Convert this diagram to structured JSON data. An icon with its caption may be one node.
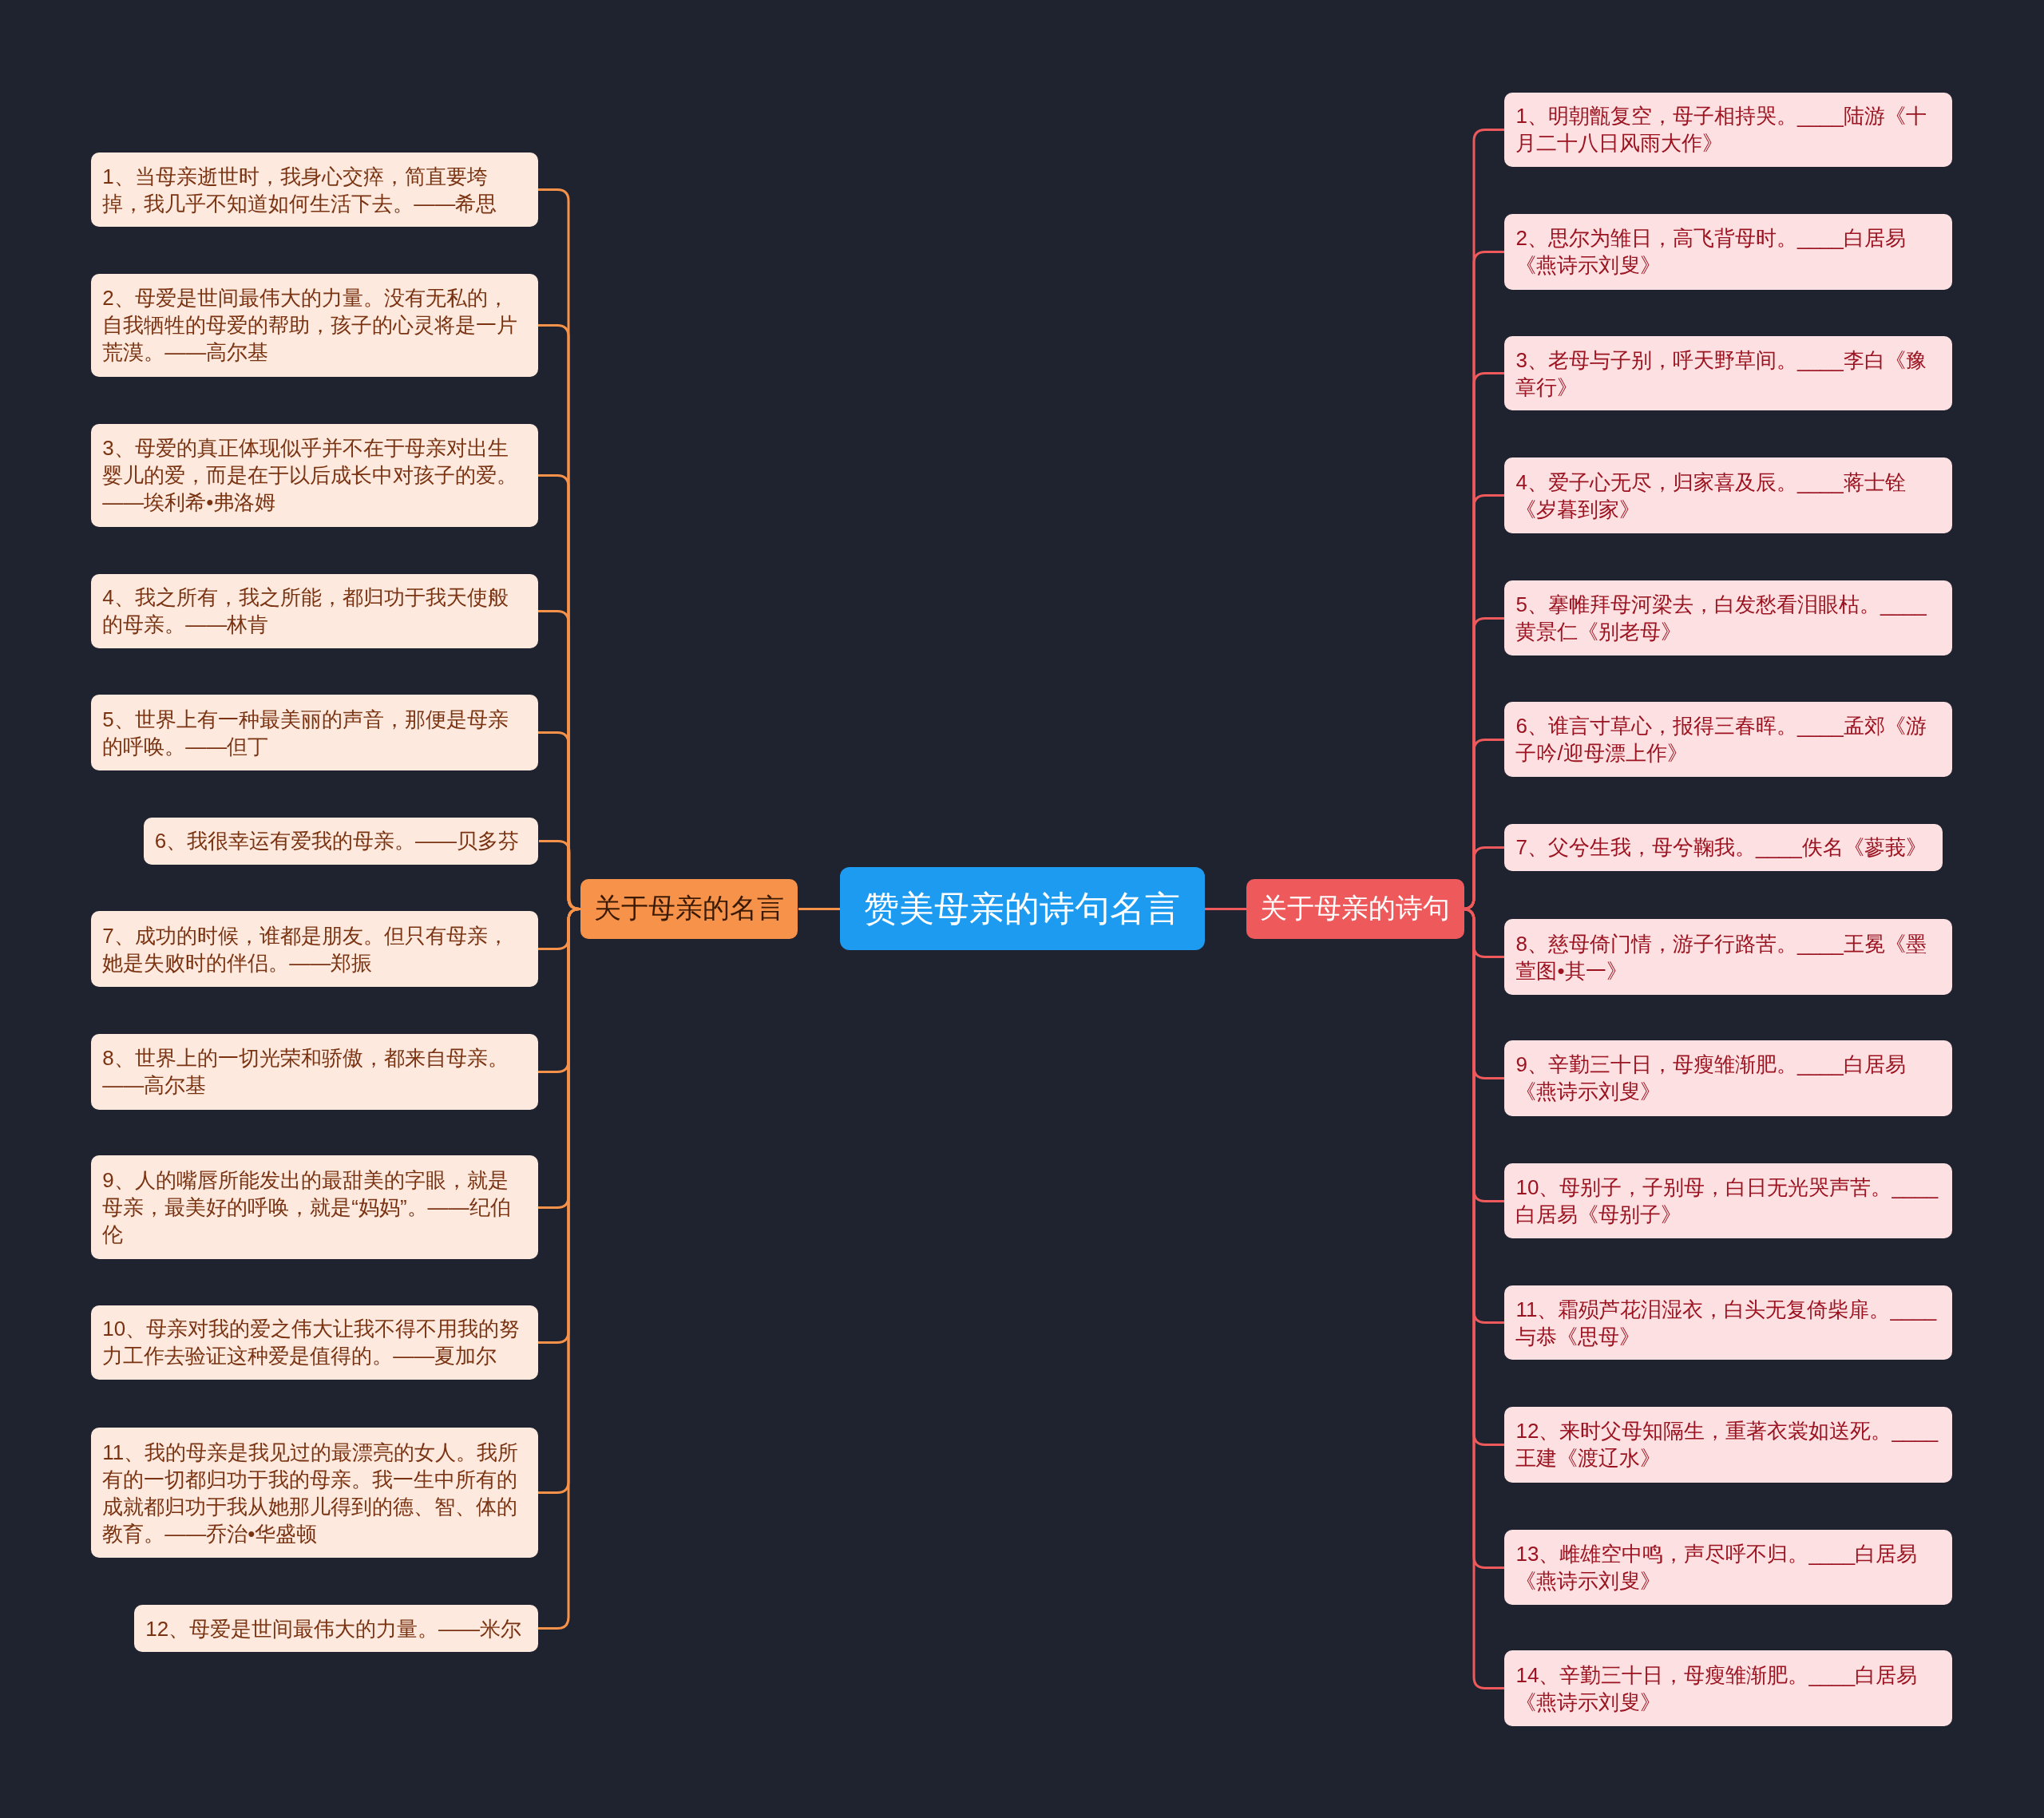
{
  "diagram": {
    "nodes": [
      {
        "text": [
          "赞美母亲的诗句名言"
        ]
      },
      {
        "text": [
          "关于母亲的名言"
        ]
      },
      {
        "text": [
          "1、当母亲逝世时，我身心交瘁，简直要垮掉，我几乎不知道如何生活下去。——希思"
        ]
      },
      {
        "text": [
          "2、母爱是世间最伟大的力量。没有无私的，自我牺牲的母爱的帮助，孩子的心灵将是一片荒漠。——高尔基"
        ]
      },
      {
        "text": [
          "3、母爱的真正体现似乎并不在于母亲对出生婴儿的爱，而是在于以后成长中对孩子的爱。——埃利希•弗洛姆"
        ]
      },
      {
        "text": [
          "4、我之所有，我之所能，都归功于我天使般的母亲。——林肯"
        ]
      },
      {
        "text": [
          "5、世界上有一种最美丽的声音，那便是母亲的呼唤。——但丁"
        ]
      },
      {
        "text": [
          "6、我很幸运有爱我的母亲。——贝多芬"
        ]
      },
      {
        "text": [
          "7、成功的时候，谁都是朋友。但只有母亲，她是失败时的伴侣。——郑振"
        ]
      },
      {
        "text": [
          "8、世界上的一切光荣和骄傲，都来自母亲。——高尔基"
        ]
      },
      {
        "text": [
          "9、人的嘴唇所能发出的最甜美的字眼，就是母亲，最美好的呼唤，就是“妈妈”。——纪伯伦"
        ]
      },
      {
        "text": [
          "10、母亲对我的爱之伟大让我不得不用我的努力工作去验证这种爱是值得的。——夏加尔"
        ]
      },
      {
        "text": [
          "11、我的母亲是我见过的最漂亮的女人。我所有的一切都归功于我的母亲。我一生中所有的成就都归功于我从她那儿得到的德、智、体的教育。——乔治•华盛顿"
        ]
      },
      {
        "text": [
          "12、母爱是世间最伟大的力量。——米尔"
        ]
      },
      {
        "text": [
          "关于母亲的诗句"
        ]
      },
      {
        "text": [
          "1、明朝甑复空，母子相持哭。____陆游《十月二十八日风雨大作》"
        ]
      },
      {
        "text": [
          "2、思尔为雏日，高飞背母时。____白居易《燕诗示刘叟》"
        ]
      },
      {
        "text": [
          "3、老母与子别，呼天野草间。____李白《豫章行》"
        ]
      },
      {
        "text": [
          "4、爱子心无尽，归家喜及辰。____蒋士铨《岁暮到家》"
        ]
      },
      {
        "text": [
          "5、搴帷拜母河梁去，白发愁看泪眼枯。____黄景仁《别老母》"
        ]
      },
      {
        "text": [
          "6、谁言寸草心，报得三春晖。____孟郊《游子吟/迎母漂上作》"
        ]
      },
      {
        "text": [
          "7、父兮生我，母兮鞠我。____佚名《蓼莪》"
        ]
      },
      {
        "text": [
          "8、慈母倚门情，游子行路苦。____王冕《墨萱图•其一》"
        ]
      },
      {
        "text": [
          "9、辛勤三十日，母瘦雏渐肥。____白居易《燕诗示刘叟》"
        ]
      },
      {
        "text": [
          "10、母别子，子别母，白日无光哭声苦。____白居易《母别子》"
        ]
      },
      {
        "text": [
          "11、霜殒芦花泪湿衣，白头无复倚柴扉。____与恭《思母》"
        ]
      },
      {
        "text": [
          "12、来时父母知隔生，重著衣裳如送死。____王建《渡辽水》"
        ]
      },
      {
        "text": [
          "13、雌雄空中鸣，声尽呼不归。____白居易《燕诗示刘叟》"
        ]
      },
      {
        "text": [
          "14、辛勤三十日，母瘦雏渐肥。____白居易《燕诗示刘叟》"
        ]
      }
    ],
    "edges": [
      {
        "from": 0,
        "to": 1,
        "arrow": "none"
      },
      {
        "from": 0,
        "to": 14,
        "arrow": "none"
      },
      {
        "from": 1,
        "to": 2,
        "arrow": "none"
      },
      {
        "from": 1,
        "to": 3,
        "arrow": "none"
      },
      {
        "from": 1,
        "to": 4,
        "arrow": "none"
      },
      {
        "from": 1,
        "to": 5,
        "arrow": "none"
      },
      {
        "from": 1,
        "to": 6,
        "arrow": "none"
      },
      {
        "from": 1,
        "to": 7,
        "arrow": "none"
      },
      {
        "from": 1,
        "to": 8,
        "arrow": "none"
      },
      {
        "from": 1,
        "to": 9,
        "arrow": "none"
      },
      {
        "from": 1,
        "to": 10,
        "arrow": "none"
      },
      {
        "from": 1,
        "to": 11,
        "arrow": "none"
      },
      {
        "from": 1,
        "to": 12,
        "arrow": "none"
      },
      {
        "from": 1,
        "to": 13,
        "arrow": "none"
      },
      {
        "from": 14,
        "to": 15,
        "arrow": "none"
      },
      {
        "from": 14,
        "to": 16,
        "arrow": "none"
      },
      {
        "from": 14,
        "to": 17,
        "arrow": "none"
      },
      {
        "from": 14,
        "to": 18,
        "arrow": "none"
      },
      {
        "from": 14,
        "to": 19,
        "arrow": "none"
      },
      {
        "from": 14,
        "to": 20,
        "arrow": "none"
      },
      {
        "from": 14,
        "to": 21,
        "arrow": "none"
      },
      {
        "from": 14,
        "to": 22,
        "arrow": "none"
      },
      {
        "from": 14,
        "to": 23,
        "arrow": "none"
      },
      {
        "from": 14,
        "to": 24,
        "arrow": "none"
      },
      {
        "from": 14,
        "to": 25,
        "arrow": "none"
      },
      {
        "from": 14,
        "to": 26,
        "arrow": "none"
      },
      {
        "from": 14,
        "to": 27,
        "arrow": "none"
      },
      {
        "from": 14,
        "to": 28,
        "arrow": "none"
      }
    ]
  }
}
